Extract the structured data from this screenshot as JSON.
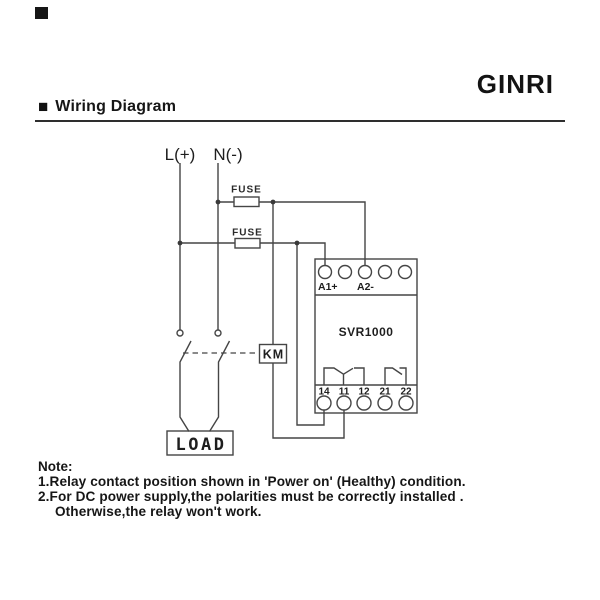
{
  "page": {
    "background": "#ffffff",
    "ink_color": "#1e1e1e",
    "line_color": "#454545"
  },
  "header": {
    "brand": "GINRI",
    "section_marker": "■",
    "section_title": "Wiring Diagram"
  },
  "diagram": {
    "supply": {
      "line_label": "L(+)",
      "neutral_label": "N(-)"
    },
    "fuse1_label": "FUSE",
    "fuse2_label": "FUSE",
    "contactor_label": "KM",
    "load_label": "LOAD",
    "relay": {
      "model": "SVR1000",
      "top_terminals": [
        "A1+",
        "A2-"
      ],
      "bottom_terminals": [
        "14",
        "11",
        "12",
        "21",
        "22"
      ]
    }
  },
  "notes": {
    "title": "Note:",
    "lines": [
      "1.Relay contact position shown in 'Power on' (Healthy) condition.",
      "2.For DC power supply,the polarities must be correctly installed .",
      "Otherwise,the relay won't work."
    ]
  }
}
